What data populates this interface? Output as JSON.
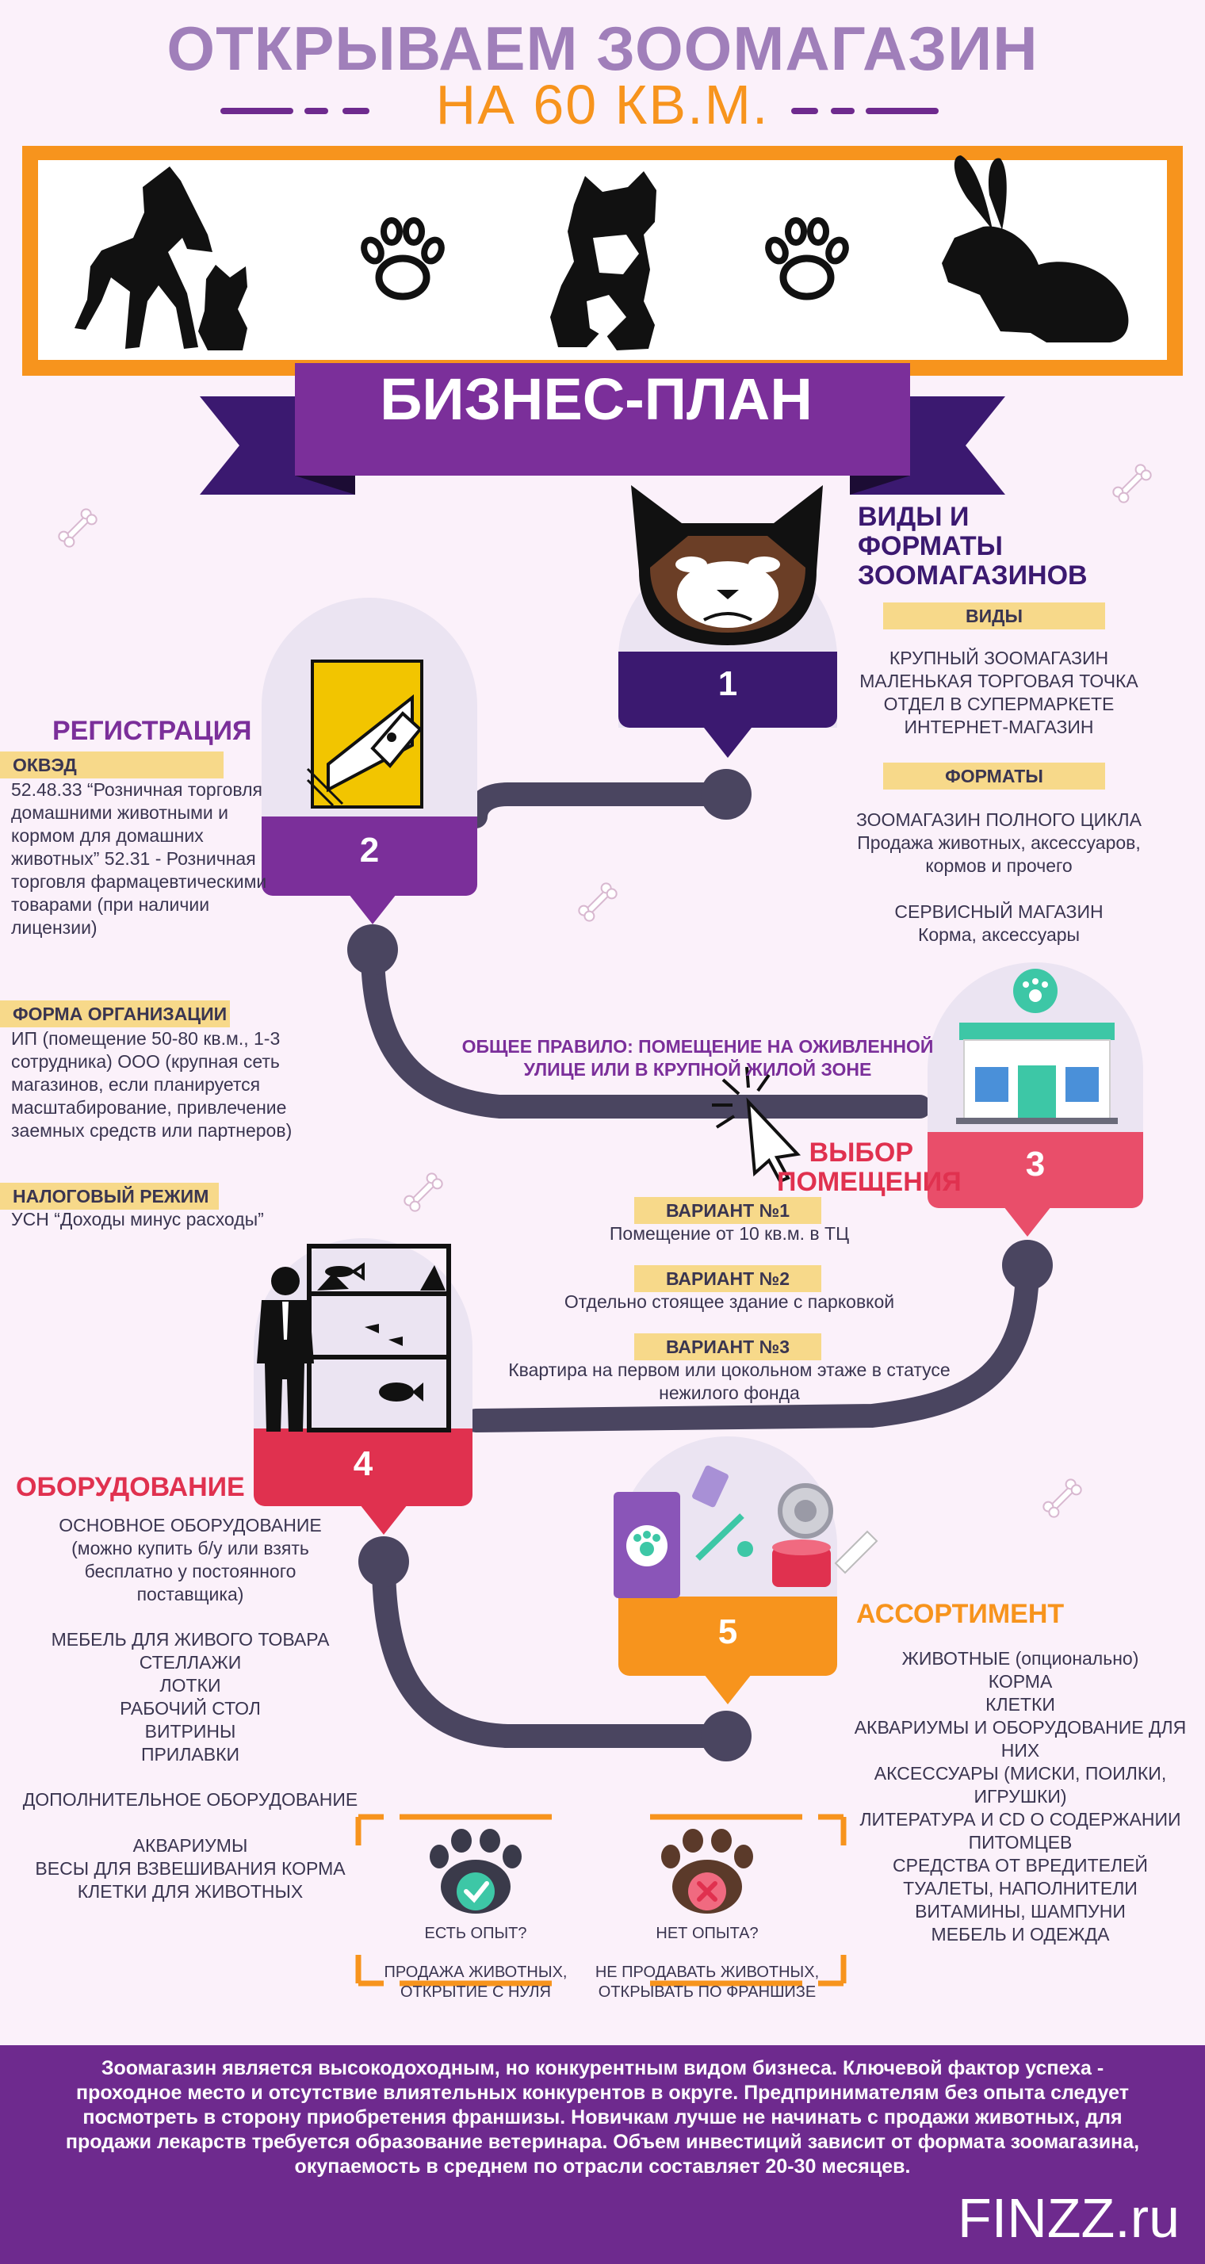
{
  "header": {
    "title_line1": "ОТКРЫВАЕМ ЗООМАГАЗИН",
    "title_line2": "НА 60 КВ.М."
  },
  "banner": {
    "label": "БИЗНЕС-ПЛАН"
  },
  "icons": [
    "dog-and-cat-icon",
    "paw-icon",
    "bulldog-icon",
    "paw-icon",
    "rabbit-icon",
    "bone-icon",
    "grumpy-cat-icon",
    "pen-nib-icon",
    "shop-icon",
    "cursor-click-icon",
    "aquarium-seller-icon",
    "pet-products-icon",
    "check-icon",
    "cross-icon"
  ],
  "colors": {
    "purple": "#7b2f9a",
    "orange": "#f7941d",
    "red": "#e0314f",
    "path": "#4a4560",
    "yellow": "#f7d98a"
  },
  "step1": {
    "number": "1",
    "title": "ВИДЫ И ФОРМАТЫ ЗООМАГАЗИНОВ",
    "types_label": "ВИДЫ",
    "types": [
      "КРУПНЫЙ ЗООМАГАЗИН",
      "МАЛЕНЬКАЯ ТОРГОВАЯ ТОЧКА",
      "ОТДЕЛ В СУПЕРМАРКЕТЕ",
      "ИНТЕРНЕТ-МАГАЗИН"
    ],
    "formats_label": "ФОРМАТЫ",
    "format1_title": "ЗООМАГАЗИН ПОЛНОГО ЦИКЛА",
    "format1_desc": "Продажа животных, аксессуаров, кормов и прочего",
    "format2_title": "СЕРВИСНЫЙ МАГАЗИН",
    "format2_desc": "Корма, аксессуары"
  },
  "step2": {
    "number": "2",
    "title": "РЕГИСТРАЦИЯ",
    "okved_label": "ОКВЭД",
    "okved_text": "52.48.33 “Розничная торговля домашними животными и кормом для домашних животных” 52.31 - Розничная торговля фармацевтическими товарами (при наличии лицензии)",
    "org_label": "ФОРМА ОРГАНИЗАЦИИ",
    "org_text": "ИП (помещение 50-80 кв.м., 1-3 сотрудника) ООО (крупная сеть магазинов, если планируется масштабирование, привлечение заемных средств или партнеров)",
    "tax_label": "НАЛОГОВЫЙ РЕЖИМ",
    "tax_text": "УСН “Доходы минус расходы”"
  },
  "step3": {
    "number": "3",
    "title": "ВЫБОР ПОМЕЩЕНИЯ",
    "rule": "ОБЩЕЕ ПРАВИЛО: ПОМЕЩЕНИЕ НА ОЖИВЛЕННОЙ УЛИЦЕ ИЛИ В КРУПНОЙ ЖИЛОЙ ЗОНЕ",
    "variants": [
      {
        "label": "ВАРИАНТ №1",
        "text": "Помещение от 10 кв.м. в ТЦ"
      },
      {
        "label": "ВАРИАНТ №2",
        "text": "Отдельно стоящее здание с парковкой"
      },
      {
        "label": "ВАРИАНТ №3",
        "text": "Квартира на первом или цокольном этаже в статусе нежилого фонда"
      }
    ]
  },
  "step4": {
    "number": "4",
    "title": "ОБОРУДОВАНИЕ",
    "main_title": "ОСНОВНОЕ ОБОРУДОВАНИЕ",
    "main_note": "(можно купить б/у или взять бесплатно у постоянного поставщика)",
    "main_items": [
      "МЕБЕЛЬ ДЛЯ ЖИВОГО ТОВАРА",
      "СТЕЛЛАЖИ",
      "ЛОТКИ",
      "РАБОЧИЙ СТОЛ",
      "ВИТРИНЫ",
      "ПРИЛАВКИ"
    ],
    "extra_title": "ДОПОЛНИТЕЛЬНОЕ ОБОРУДОВАНИЕ",
    "extra_items": [
      "АКВАРИУМЫ",
      "ВЕСЫ ДЛЯ ВЗВЕШИВАНИЯ КОРМА",
      "КЛЕТКИ ДЛЯ ЖИВОТНЫХ"
    ]
  },
  "step5": {
    "number": "5",
    "title": "АССОРТИМЕНТ",
    "items": [
      "ЖИВОТНЫЕ (опционально)",
      "КОРМА",
      "КЛЕТКИ",
      "АКВАРИУМЫ И ОБОРУДОВАНИЕ ДЛЯ НИХ",
      "АКСЕССУАРЫ (МИСКИ, ПОИЛКИ, ИГРУШКИ)",
      "ЛИТЕРАТУРА И CD О СОДЕРЖАНИИ ПИТОМЦЕВ",
      "СРЕДСТВА ОТ ВРЕДИТЕЛЕЙ",
      "ТУАЛЕТЫ, НАПОЛНИТЕЛИ",
      "ВИТАМИНЫ, ШАМПУНИ",
      "МЕБЕЛЬ И ОДЕЖДА"
    ]
  },
  "experience": {
    "yes_caption": "ЕСТЬ ОПЫТ?",
    "yes_text": "ПРОДАЖА ЖИВОТНЫХ, ОТКРЫТИЕ С НУЛЯ",
    "no_caption": "НЕТ ОПЫТА?",
    "no_text": "НЕ ПРОДАВАТЬ ЖИВОТНЫХ, ОТКРЫВАТЬ ПО ФРАНШИЗЕ"
  },
  "footer": {
    "text": "Зоомагазин является высокодоходным, но конкурентным видом бизнеса. Ключевой фактор успеха - проходное место и отсутствие влиятельных конкурентов в округе. Предпринимателям без опыта следует посмотреть в сторону приобретения франшизы. Новичкам лучше не начинать с продажи животных, для продажи лекарств требуется образование ветеринара. Объем инвестиций зависит от формата зоомагазина, окупаемость в среднем по отрасли составляет 20-30 месяцев.",
    "logo": "FINZZ.ru"
  }
}
